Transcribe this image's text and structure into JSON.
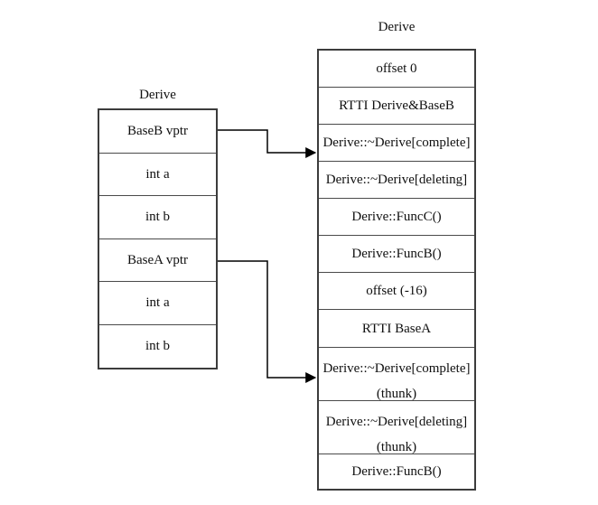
{
  "diagram": {
    "left_table": {
      "title": "Derive",
      "rows": [
        {
          "label": "BaseB vptr"
        },
        {
          "label": "int a"
        },
        {
          "label": "int b"
        },
        {
          "label": "BaseA vptr"
        },
        {
          "label": "int a"
        },
        {
          "label": "int b"
        }
      ]
    },
    "right_table": {
      "title": "Derive",
      "rows": [
        {
          "line1": "offset 0"
        },
        {
          "line1": "RTTI Derive&BaseB"
        },
        {
          "line1": "Derive::~Derive[complete]"
        },
        {
          "line1": "Derive::~Derive[deleting]"
        },
        {
          "line1": "Derive::FuncC()"
        },
        {
          "line1": "Derive::FuncB()"
        },
        {
          "line1": "offset (-16)"
        },
        {
          "line1": "RTTI BaseA"
        },
        {
          "line1": "Derive::~Derive[complete]",
          "line2": "(thunk)"
        },
        {
          "line1": "Derive::~Derive[deleting]",
          "line2": "(thunk)"
        },
        {
          "line1": "Derive::FuncB()"
        }
      ]
    },
    "arrows": [
      {
        "from": "BaseB vptr",
        "to": "Derive::~Derive[complete]"
      },
      {
        "from": "BaseA vptr",
        "to": "Derive::~Derive[complete] (thunk)"
      }
    ],
    "colors": {
      "background": "#ffffff",
      "border": "#3c3c3c",
      "text": "#101010",
      "arrow": "#000000"
    }
  }
}
